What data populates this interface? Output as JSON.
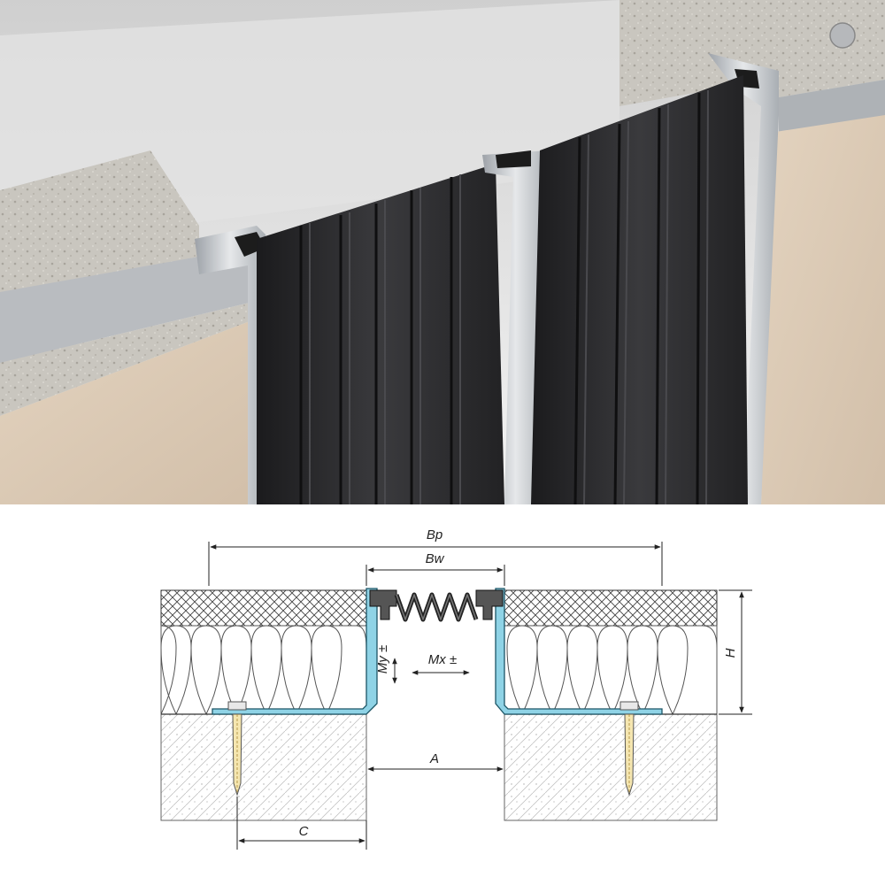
{
  "drawing": {
    "labels": {
      "bp": "Bp",
      "bw": "Bw",
      "h": "H",
      "my": "My ±",
      "mx": "Mx ±",
      "a": "A",
      "c": "C"
    }
  },
  "colors": {
    "rubber": "#2a2a2c",
    "aluminium": "#c8ccd0",
    "concrete": "#bfbcb4",
    "wall": "#d9c8b4",
    "profile_blue": "#8fd3e6"
  }
}
